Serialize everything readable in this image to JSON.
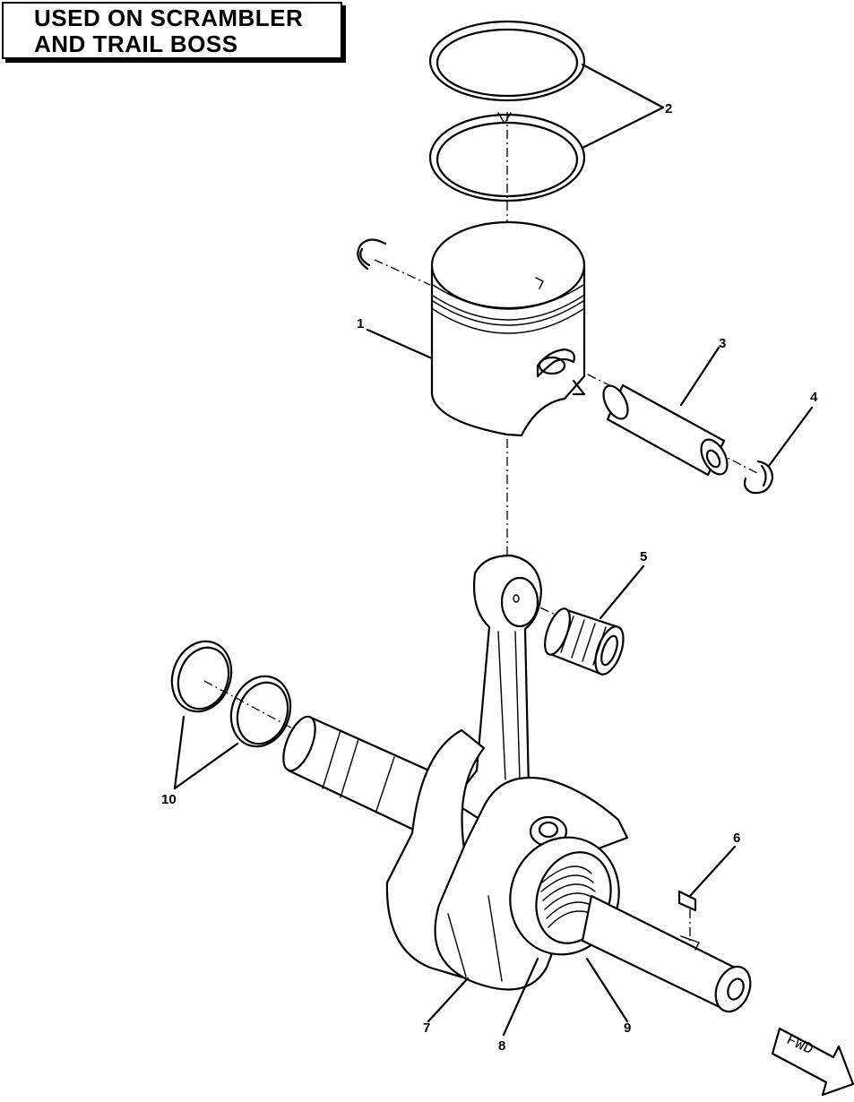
{
  "header": {
    "line1": "USED ON SCRAMBLER",
    "line2": "AND TRAIL BOSS"
  },
  "callouts": [
    "1",
    "2",
    "3",
    "4",
    "5",
    "6",
    "7",
    "8",
    "9",
    "10"
  ],
  "direction_arrow": {
    "label": "FWD"
  }
}
